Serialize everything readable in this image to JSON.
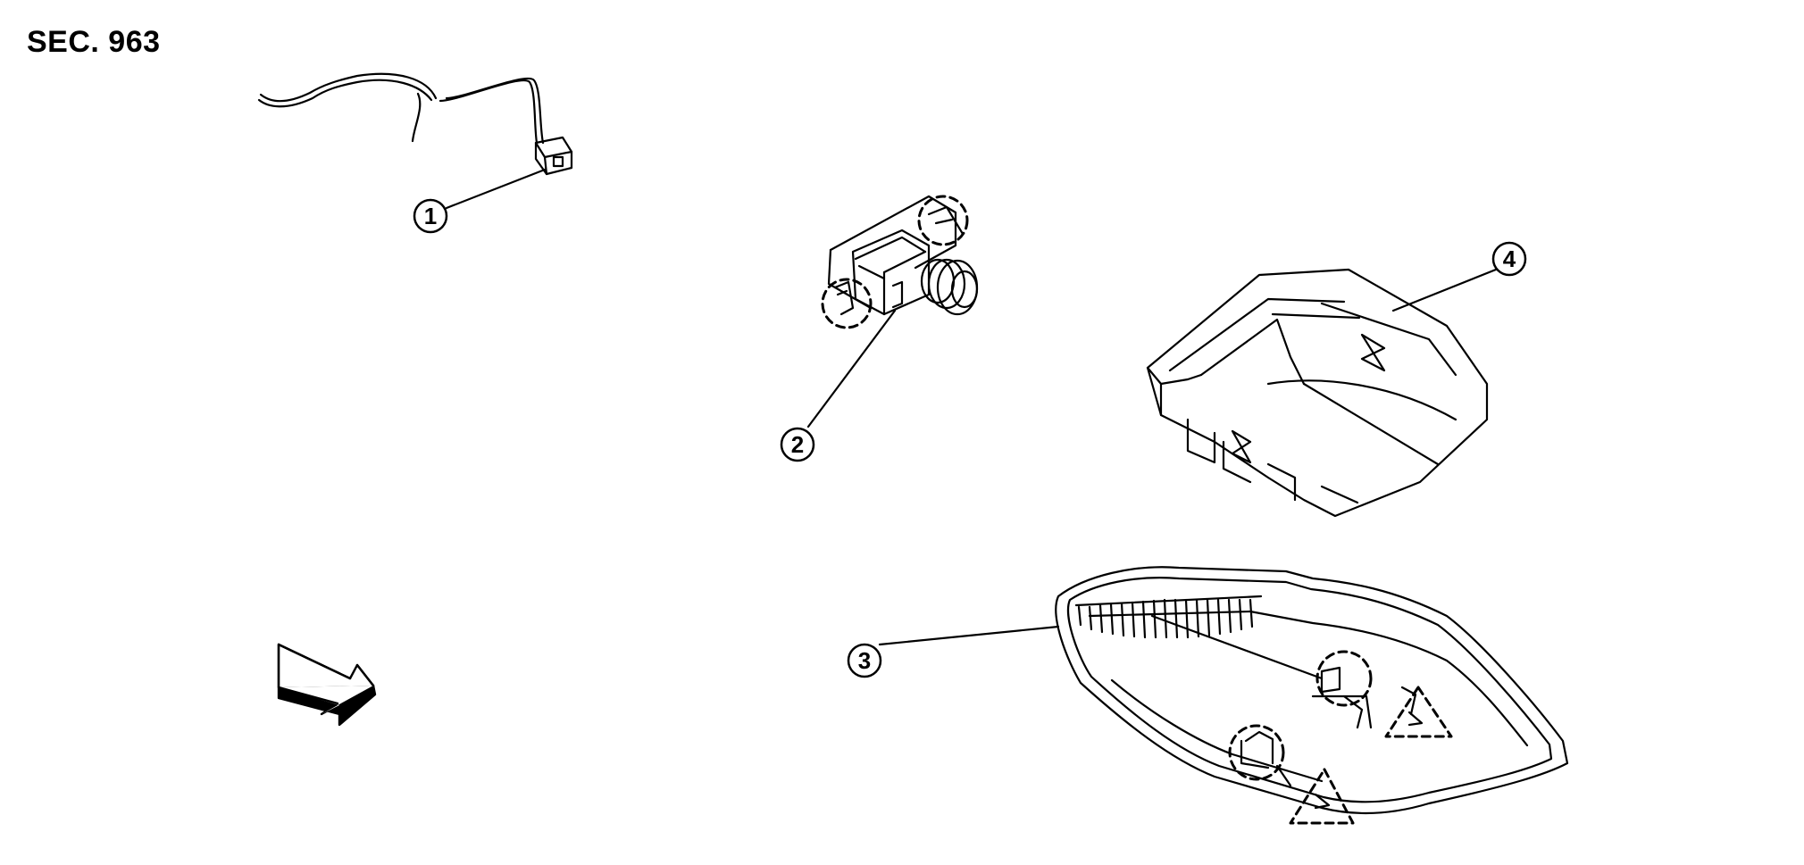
{
  "section_label": "SEC. 963",
  "colors": {
    "line": "#000000",
    "background": "#ffffff"
  },
  "callouts": [
    {
      "label": "1"
    },
    {
      "label": "2"
    },
    {
      "label": "3"
    },
    {
      "label": "4"
    }
  ],
  "icons": [
    "front-direction-arrow-icon"
  ]
}
